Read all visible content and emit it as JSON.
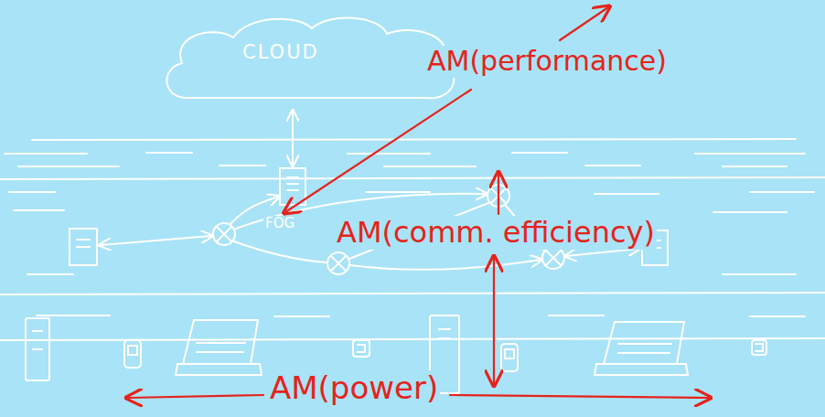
{
  "diagram": {
    "nodes": [
      {
        "text": [
          "CLOUD"
        ]
      }
    ],
    "labels": [
      "AM(performance)",
      "AM(comm. efficiency)",
      "AM(power)",
      "FOG"
    ]
  }
}
